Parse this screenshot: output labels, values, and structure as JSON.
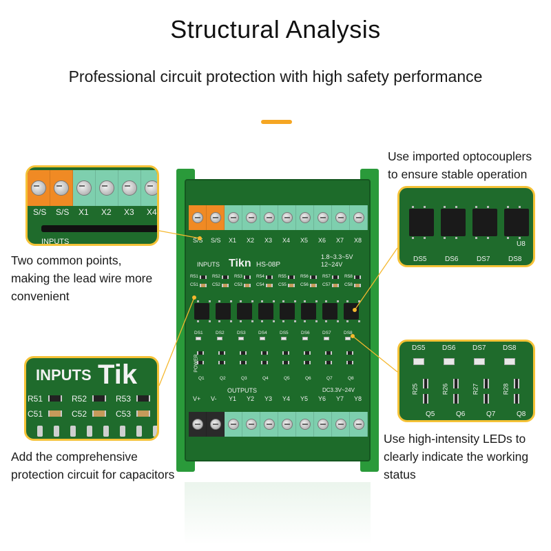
{
  "header": {
    "title": "Structural Analysis",
    "subtitle": "Professional circuit protection with high safety performance"
  },
  "callouts": {
    "optocouplers": [
      "Use imported optocouplers",
      "to ensure stable operation"
    ],
    "common_points": [
      "Two common points,",
      "making the lead wire more",
      "convenient"
    ],
    "capacitors": [
      "Add the comprehensive",
      "protection circuit for capacitors"
    ],
    "leds": [
      "Use high-intensity LEDs to",
      "clearly indicate the working",
      "status"
    ]
  },
  "board": {
    "brand": "Tikn",
    "model": "HS-08P",
    "inputs_label": "INPUTS",
    "outputs_label": "OUTPUTS",
    "voltage_1": "1.8~3.3~5V",
    "voltage_2": "12~24V",
    "dc_label": "DC3.3V~24V",
    "power_label": "POWER",
    "input_terminals": [
      "S/S",
      "S/S",
      "X1",
      "X2",
      "X3",
      "X4",
      "X5",
      "X6",
      "X7",
      "X8"
    ],
    "output_terminals": [
      "V+",
      "V-",
      "Y1",
      "Y2",
      "Y3",
      "Y4",
      "Y5",
      "Y6",
      "Y7",
      "Y8"
    ],
    "resistors": [
      "R51",
      "R52",
      "R53",
      "R54",
      "R55",
      "R56",
      "R57",
      "R58"
    ],
    "capacitors": [
      "C51",
      "C52",
      "C53",
      "C54",
      "C55",
      "C56",
      "C57",
      "C58"
    ],
    "leds": [
      "DS1",
      "DS2",
      "DS3",
      "DS4",
      "DS5",
      "DS6",
      "DS7",
      "DS8"
    ],
    "transistors": [
      "Q1",
      "Q2",
      "Q3",
      "Q4",
      "Q5",
      "Q6",
      "Q7",
      "Q8"
    ]
  },
  "zoom_optocouplers": {
    "leds": [
      "DS5",
      "DS6",
      "DS7",
      "DS8"
    ],
    "ic_label": "U8"
  },
  "zoom_common": {
    "terminals": [
      "S/S",
      "S/S",
      "X1",
      "X2",
      "X3",
      "X4"
    ],
    "inputs_label": "INPUTS"
  },
  "zoom_caps": {
    "inputs_label": "INPUTS",
    "brand": "Tik",
    "resistors": [
      "R51",
      "R52",
      "R53"
    ],
    "capacitors": [
      "C51",
      "C52",
      "C53"
    ]
  },
  "zoom_leds": {
    "leds": [
      "DS5",
      "DS6",
      "DS7",
      "DS8"
    ],
    "transistors": [
      "Q5",
      "Q6",
      "Q7",
      "Q8"
    ],
    "resistors": [
      "R25",
      "R26",
      "R27",
      "R28"
    ]
  },
  "colors": {
    "accent": "#f5a623",
    "pcb": "#1d6b2a",
    "terminal_green": "#7ecfae",
    "terminal_orange": "#f08a24",
    "callout_border": "#f5c237"
  }
}
